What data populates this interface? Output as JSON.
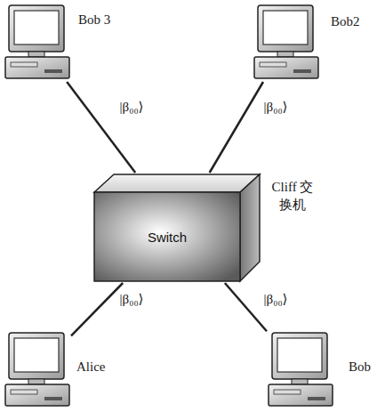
{
  "diagram": {
    "nodes": [
      {
        "text": [
          "Bob 3"
        ]
      },
      {
        "text": [
          "Bob2"
        ]
      },
      {
        "text": [
          "Switch",
          "Cliff 交换机"
        ]
      },
      {
        "text": [
          "Alice"
        ]
      },
      {
        "text": [
          "Bob"
        ]
      }
    ],
    "edges": [
      {
        "from": 0,
        "to": 2,
        "arrow": "none",
        "label": "|β₀₀⟩"
      },
      {
        "from": 1,
        "to": 2,
        "arrow": "none",
        "label": "|β₀₀⟩"
      },
      {
        "from": 3,
        "to": 2,
        "arrow": "none",
        "label": "|β₀₀⟩"
      },
      {
        "from": 4,
        "to": 2,
        "arrow": "none",
        "label": "|β₀₀⟩"
      }
    ]
  }
}
